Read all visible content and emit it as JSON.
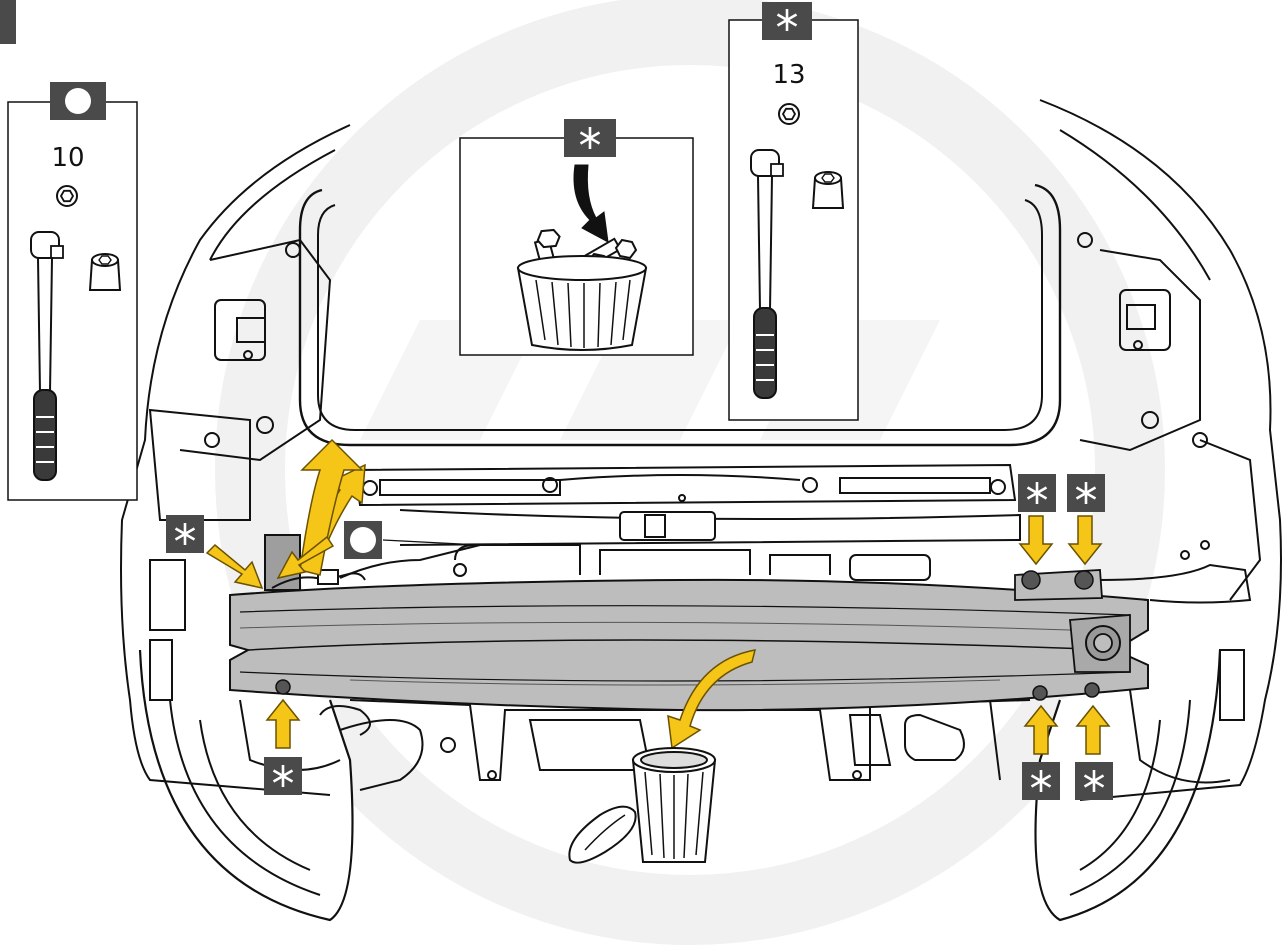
{
  "tool_box_left": {
    "badge_icon": "circle-icon",
    "size_label": "10",
    "tool_icon": "ratchet-wrench-with-socket-icon"
  },
  "tool_box_right": {
    "badge_icon": "asterisk-icon",
    "size_label": "13",
    "tool_icon": "ratchet-wrench-with-socket-icon"
  },
  "discard_box": {
    "badge_icon": "asterisk-icon",
    "content_icon": "bolts-into-bin-icon"
  },
  "callouts": [
    {
      "icon": "asterisk-icon",
      "target": "left-bracket-bolt"
    },
    {
      "icon": "circle-icon",
      "target": "wiring-connector-nut"
    },
    {
      "icon": "asterisk-icon",
      "target": "upper-right-bolt-1"
    },
    {
      "icon": "asterisk-icon",
      "target": "upper-right-bolt-2"
    },
    {
      "icon": "asterisk-icon",
      "target": "lower-left-bolt"
    },
    {
      "icon": "asterisk-icon",
      "target": "lower-right-bolt-1"
    },
    {
      "icon": "asterisk-icon",
      "target": "lower-right-bolt-2"
    }
  ],
  "colors": {
    "arrow": "#F5C518",
    "arrow_stroke": "#6b5200",
    "badge": "#4a4a4a",
    "beam": "#bdbdbd",
    "line": "#111111",
    "watermark": "#f1f1f1"
  },
  "discard_target_icon": "trash-bin-icon"
}
